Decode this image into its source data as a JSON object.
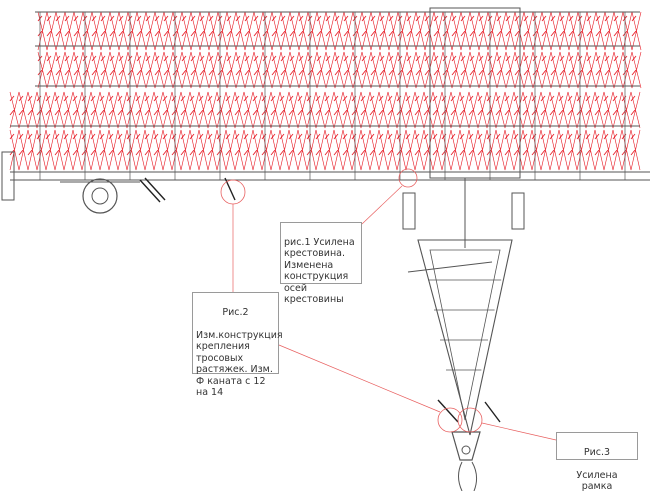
{
  "drawing": {
    "colors": {
      "frame": "#555555",
      "tines": "#e8202a",
      "leader": "#e86060",
      "callout_border": "#9a9a9a"
    },
    "callouts": [
      {
        "id": "1",
        "number": "рис.1",
        "text": "Усилена крестовина. Изменена конструкция осей крестовины"
      },
      {
        "id": "2",
        "number": "Рис.2",
        "text": "Изм.конструкция крепления тросовых растяжек. Изм. Ф каната с 12 на 14"
      },
      {
        "id": "3",
        "number": "Рис.3",
        "text": "Усилена рамка"
      }
    ]
  }
}
